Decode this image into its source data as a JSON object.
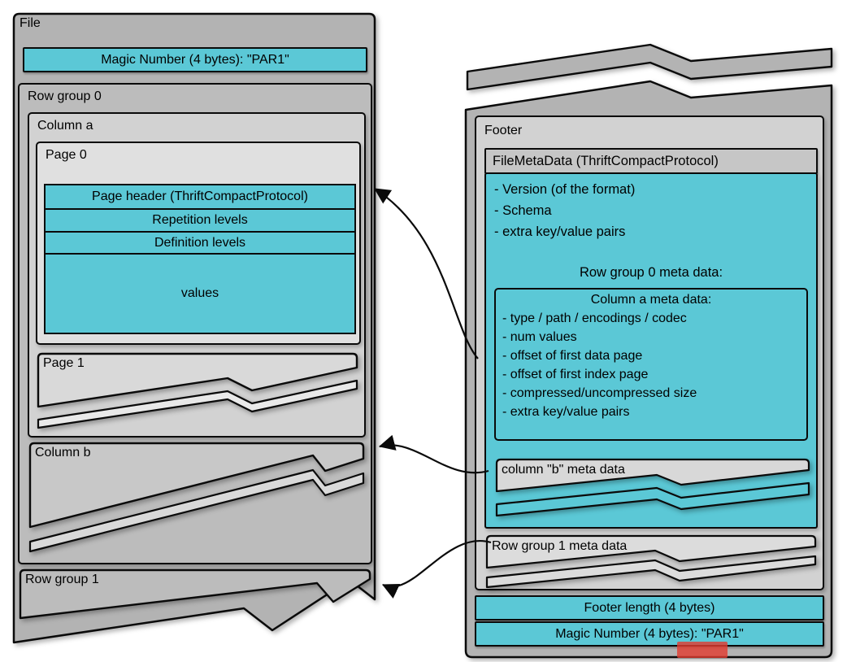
{
  "colors": {
    "teal": "#5bc8d6",
    "outer_gray": "#b3b3b3",
    "inner_gray": "#d2d2d2",
    "border": "#0a0a0a",
    "watermark_red": "#e23b30"
  },
  "left": {
    "file_label": "File",
    "magic_number_top": "Magic Number (4 bytes): \"PAR1\"",
    "row_group_0": {
      "label": "Row group 0",
      "column_a": {
        "label": "Column a",
        "page_0": {
          "label": "Page 0",
          "bars": [
            "Page header (ThriftCompactProtocol)",
            "Repetition levels",
            "Definition levels",
            "values"
          ]
        },
        "page_1": {
          "label": "Page 1"
        }
      },
      "column_b": {
        "label": "Column b"
      }
    },
    "row_group_1": {
      "label": "Row group 1"
    }
  },
  "right": {
    "footer_label": "Footer",
    "filemetadata_label": "FileMetaData (ThriftCompactProtocol)",
    "meta_lines": [
      "- Version (of the format)",
      "- Schema",
      "- extra key/value pairs"
    ],
    "row_group_0_meta": {
      "title": "Row group 0 meta data:",
      "column_a_meta": {
        "title": "Column a meta data:",
        "lines": [
          "- type / path / encodings / codec",
          "- num values",
          "- offset of first data page",
          "- offset of first index page",
          "- compressed/uncompressed size",
          "- extra key/value pairs"
        ]
      },
      "column_b_meta_label": "column \"b\" meta data"
    },
    "row_group_1_meta_label": "Row group 1 meta data",
    "footer_length_label": "Footer length (4 bytes)",
    "magic_number_bottom": "Magic Number (4 bytes): \"PAR1\""
  }
}
